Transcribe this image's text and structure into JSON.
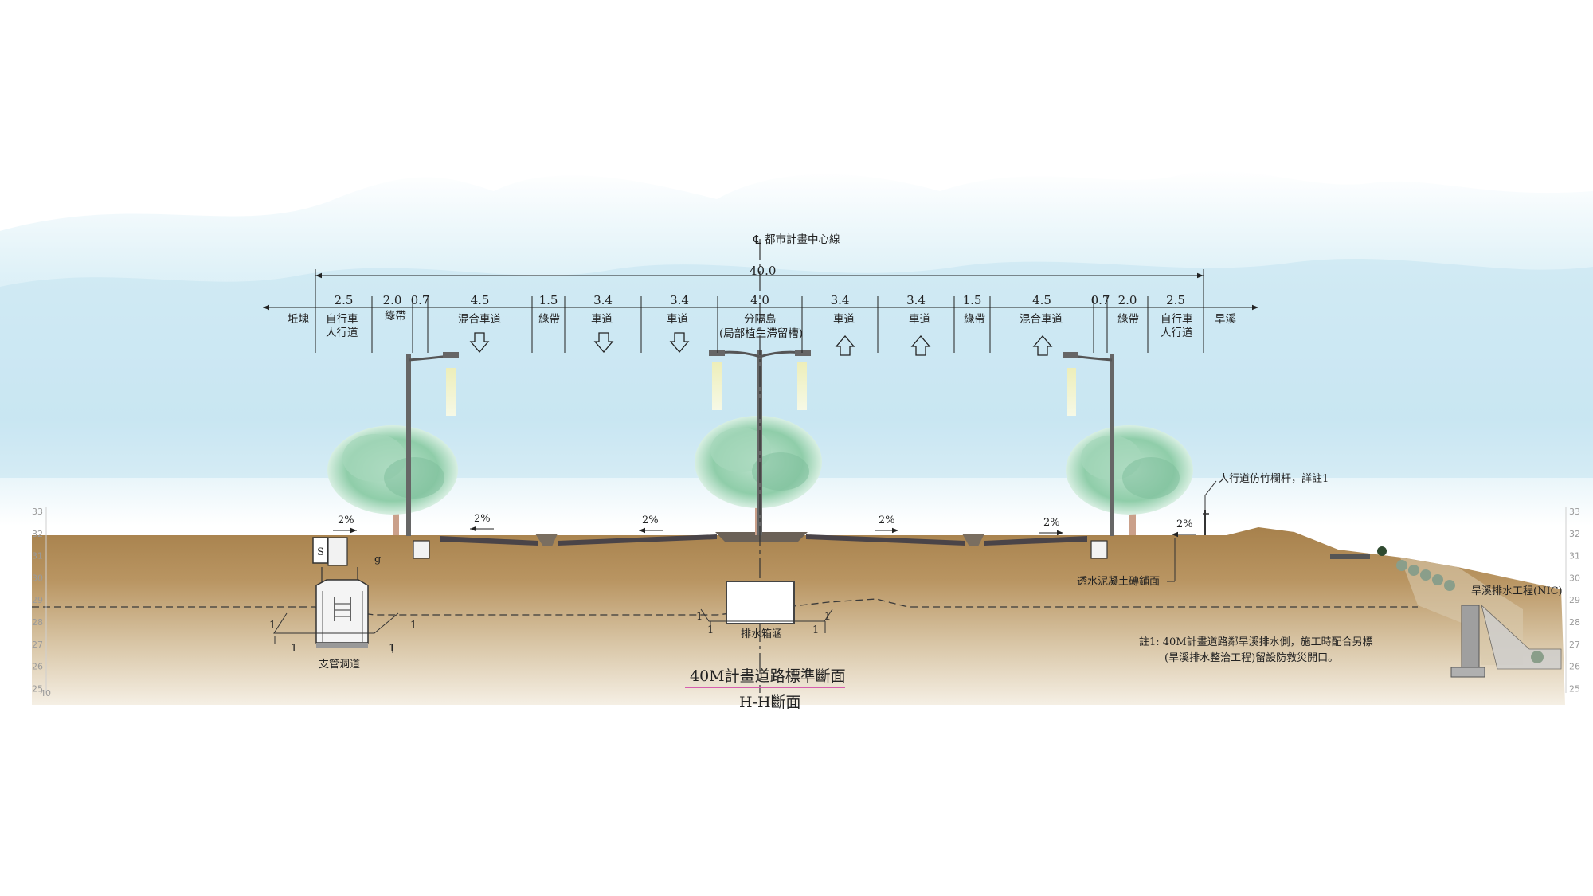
{
  "centerline": {
    "symbol": "℄",
    "label": "都市計畫中心線"
  },
  "total_width": "40.0",
  "dims": [
    "2.5",
    "2.0",
    "0.7",
    "4.5",
    "1.5",
    "3.4",
    "3.4",
    "4.0",
    "3.4",
    "3.4",
    "1.5",
    "4.5",
    "0.7",
    "2.0",
    "2.5"
  ],
  "zones": {
    "left_edge": "坵塊",
    "bike_ped": [
      "自行車",
      "人行道"
    ],
    "green": "綠帶",
    "mixed": "混合車道",
    "lane": "車道",
    "median": [
      "分隔島",
      "(局部植生滯留槽)"
    ],
    "right_edge": "旱溪"
  },
  "slope_label": "2%",
  "elevations": [
    "33",
    "32",
    "31",
    "30",
    "29",
    "28",
    "27",
    "26",
    "25"
  ],
  "corner_label": "40",
  "annotations": {
    "s_label": "S",
    "g_label": "g",
    "railing": "人行道仿竹欄杆，詳註1",
    "paving": "透水泥凝土磚鋪面",
    "creek_work": "旱溪排水工程(NIC)",
    "culvert": "排水箱涵",
    "manhole": "支管洞道",
    "ratio": "1"
  },
  "note": {
    "line1": "註1: 40M計畫道路鄰旱溪排水側，施工時配合另標",
    "line2": "(旱溪排水整治工程)留設防救災開口。"
  },
  "title": "40M計畫道路標準斷面",
  "subtitle": "H-H斷面",
  "colors": {
    "soil": "#b08a55",
    "soil_light": "#d9c7a6",
    "sky": "#cde9f4",
    "foliage": "#7ec29a",
    "road": "#4a4448",
    "title_underline": "#d65fae"
  }
}
